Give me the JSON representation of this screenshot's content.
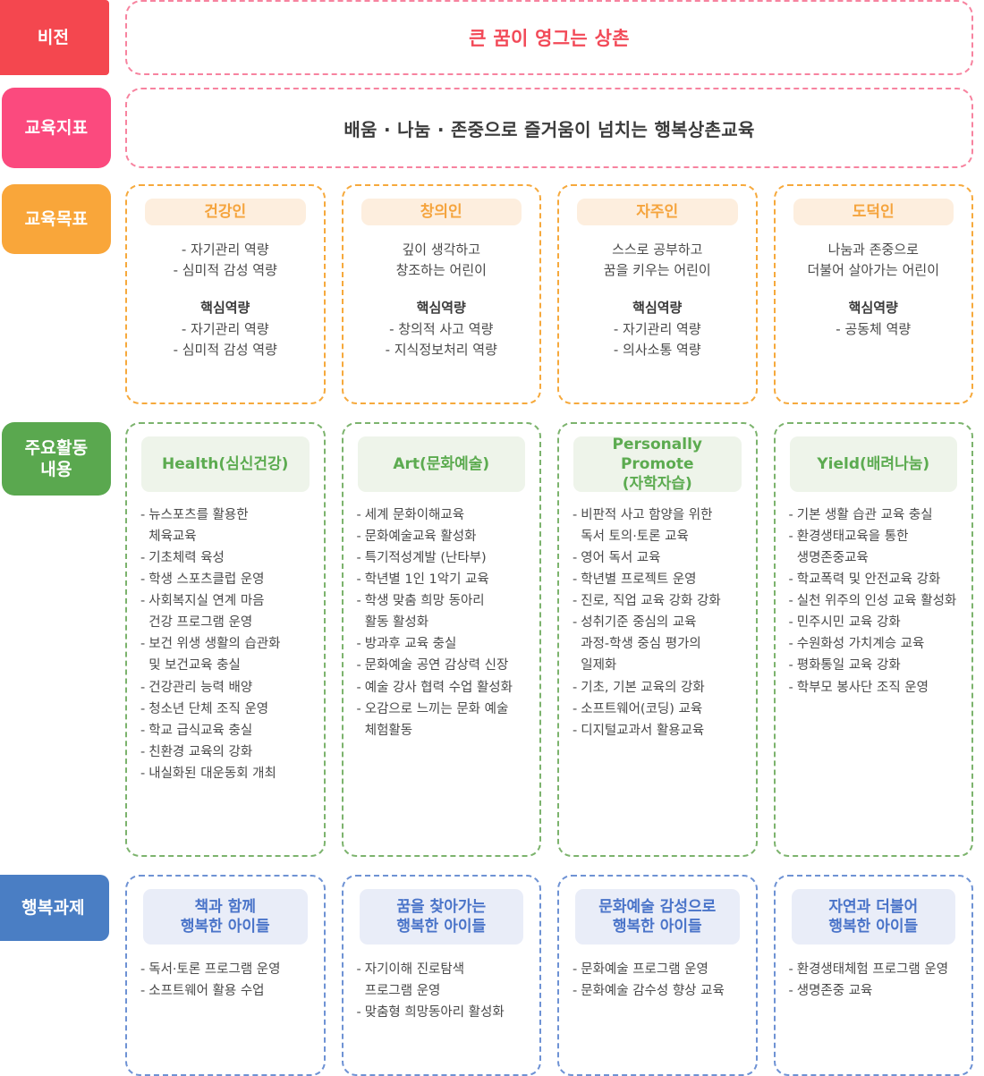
{
  "colors": {
    "vision": "#f4474f",
    "index": "#fb4a7e",
    "goal": "#f9a63a",
    "activity": "#5aa84f",
    "task": "#4a7ec4",
    "vision_text": "#f24a58",
    "goal_header_text": "#f5a43d",
    "activity_header_text": "#5cab50",
    "task_header_text": "#4a74c9"
  },
  "vision": {
    "label": "비전",
    "text": "큰 꿈이 영그는 상촌"
  },
  "index": {
    "label": "교육지표",
    "text": "배움 · 나눔 · 존중으로 즐거움이 넘치는 행복상촌교육"
  },
  "goals": {
    "label": "교육목표",
    "core_label": "핵심역량",
    "columns": [
      {
        "header": "건강인",
        "desc": [
          "- 자기관리 역량",
          "- 심미적 감성 역량"
        ],
        "core": [
          "- 자기관리 역량",
          "- 심미적 감성 역량"
        ]
      },
      {
        "header": "창의인",
        "desc": [
          "깊이 생각하고",
          "창조하는 어린이"
        ],
        "core": [
          "- 창의적 사고 역량",
          "- 지식정보처리 역량"
        ]
      },
      {
        "header": "자주인",
        "desc": [
          "스스로 공부하고",
          "꿈을 키우는 어린이"
        ],
        "core": [
          "- 자기관리 역량",
          "- 의사소통 역량"
        ]
      },
      {
        "header": "도덕인",
        "desc": [
          "나눔과 존중으로",
          "더불어 살아가는 어린이"
        ],
        "core": [
          "- 공동체 역량"
        ]
      }
    ]
  },
  "activities": {
    "label": "주요활동\n내용",
    "label_line1": "주요활동",
    "label_line2": "내용",
    "columns": [
      {
        "header": "Health(심신건강)",
        "items": [
          "뉴스포츠를 활용한\n체육교육",
          "기초체력 육성",
          "학생 스포츠클럽 운영",
          "사회복지실 연계 마음\n건강 프로그램 운영",
          "보건 위생 생활의 습관화\n및 보건교육 충실",
          "건강관리 능력 배양",
          "청소년 단체 조직 운영",
          "학교 급식교육 충실",
          "친환경 교육의 강화",
          "내실화된 대운동회 개최"
        ]
      },
      {
        "header": "Art(문화예술)",
        "items": [
          "세계 문화이해교육",
          "문화예술교육 활성화",
          "특기적성계발 (난타부)",
          "학년별 1인 1악기 교육",
          "학생 맞춤 희망 동아리\n활동 활성화",
          "방과후 교육 충실",
          "문화예술 공연 감상력 신장",
          "예술 강사 협력 수업 활성화",
          "오감으로 느끼는 문화 예술\n체험활동"
        ]
      },
      {
        "header": "Personally Promote\n(자학자습)",
        "header_line1": "Personally Promote",
        "header_line2": "(자학자습)",
        "items": [
          "비판적 사고 함양을 위한\n독서 토의·토론 교육",
          "영어 독서 교육",
          "학년별 프로젝트 운영",
          "진로, 직업 교육 강화 강화",
          "성취기준 중심의 교육\n과정-학생 중심 평가의\n일제화",
          "기초, 기본 교육의 강화",
          "소프트웨어(코딩) 교육",
          "디지털교과서 활용교육"
        ]
      },
      {
        "header": "Yield(배려나눔)",
        "items": [
          "기본 생활 습관 교육 충실",
          "환경생태교육을 통한\n생명존중교육",
          "학교폭력 및 안전교육 강화",
          "실천 위주의 인성 교육 활성화",
          "민주시민 교육 강화",
          "수원화성 가치계승 교육",
          "평화통일 교육 강화",
          "학부모 봉사단 조직 운영"
        ]
      }
    ]
  },
  "tasks": {
    "label": "행복과제",
    "columns": [
      {
        "header": "책과 함께\n행복한 아이들",
        "header_line1": "책과 함께",
        "header_line2": "행복한 아이들",
        "items": [
          "독서·토론 프로그램 운영",
          "소프트웨어 활용 수업"
        ]
      },
      {
        "header": "꿈을 찾아가는\n행복한 아이들",
        "header_line1": "꿈을 찾아가는",
        "header_line2": "행복한 아이들",
        "items": [
          "자기이해 진로탐색\n프로그램 운영",
          "맞춤형 희망동아리 활성화"
        ]
      },
      {
        "header": "문화예술 감성으로\n행복한 아이들",
        "header_line1": "문화예술 감성으로",
        "header_line2": "행복한 아이들",
        "items": [
          "문화예술 프로그램 운영",
          "문화예술 감수성 향상 교육"
        ]
      },
      {
        "header": "자연과 더불어\n행복한 아이들",
        "header_line1": "자연과 더불어",
        "header_line2": "행복한 아이들",
        "items": [
          "환경생태체험 프로그램 운영",
          "생명존중 교육"
        ]
      }
    ]
  }
}
